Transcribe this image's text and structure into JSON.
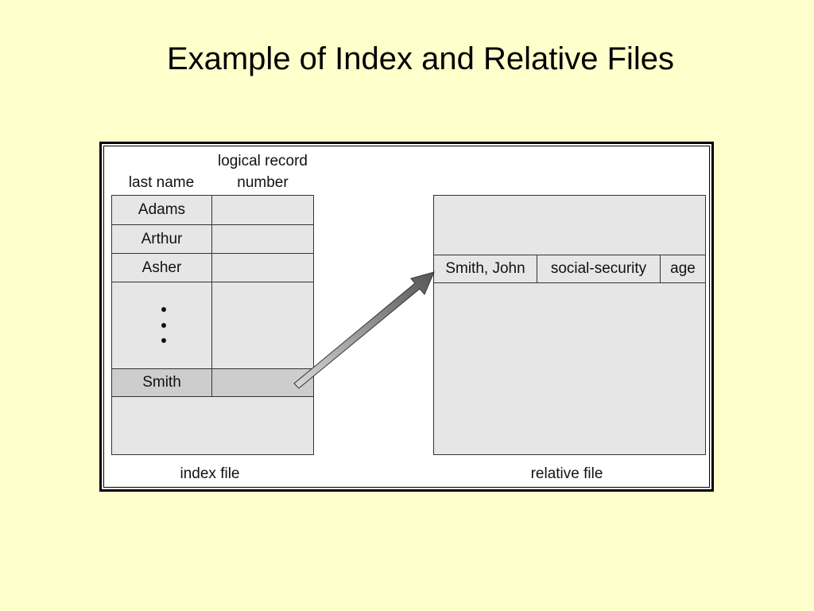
{
  "title": "Example of Index and Relative Files",
  "index_file": {
    "header_last_name": "last name",
    "header_record_line1": "logical record",
    "header_record_line2": "number",
    "rows": [
      "Adams",
      "Arthur",
      "Asher",
      "Smith"
    ],
    "caption": "index file"
  },
  "relative_file": {
    "record_fields": [
      "Smith, John",
      "social-security",
      "age"
    ],
    "caption": "relative file"
  },
  "colors": {
    "background": "#FFFFCC",
    "cell_fill": "#E6E6E6",
    "highlight_fill": "#CDCDCD"
  },
  "icons": {
    "pointer": "arrow-icon",
    "ellipsis": "vertical-ellipsis-icon"
  }
}
